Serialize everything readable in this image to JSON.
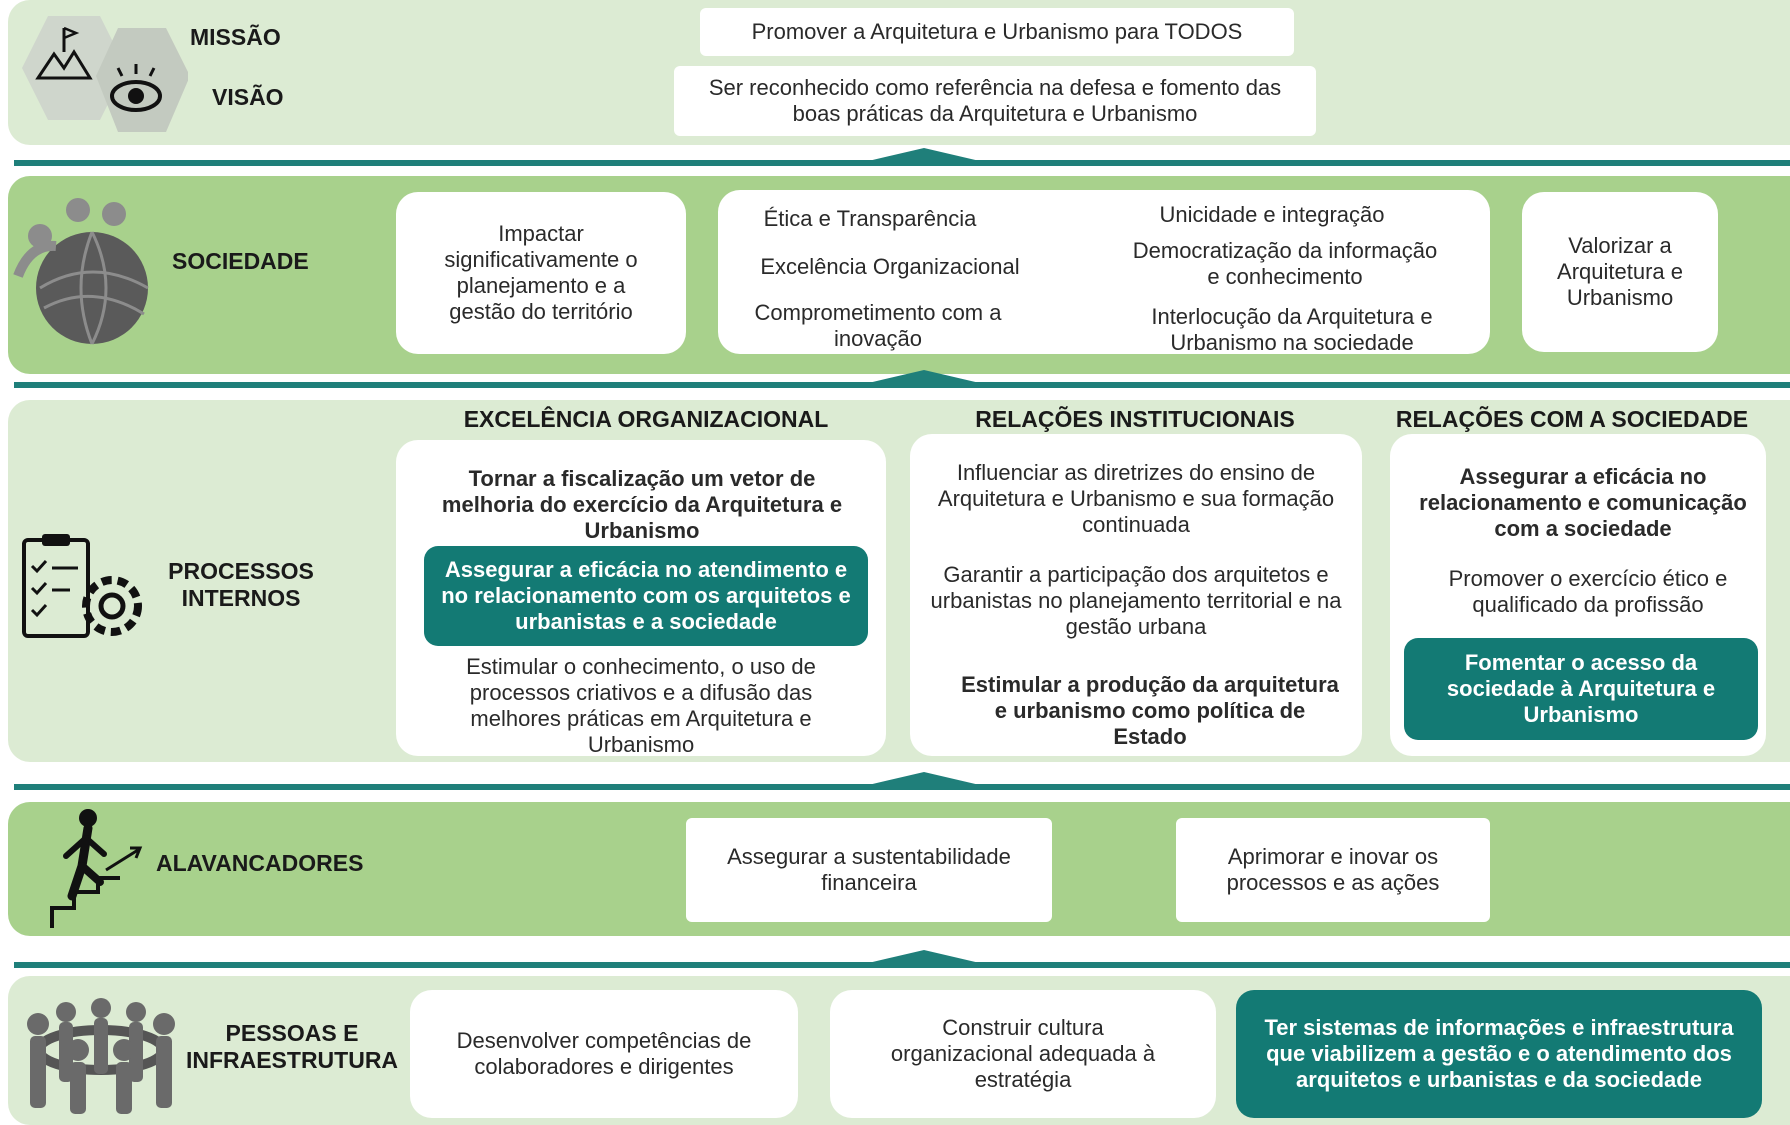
{
  "missao": {
    "label": "MISSÃO",
    "text": "Promover a Arquitetura e Urbanismo para TODOS"
  },
  "visao": {
    "label": "VISÃO",
    "text_line1": "Ser reconhecido como referência na defesa e fomento das",
    "text_line2": "boas práticas da Arquitetura e Urbanismo"
  },
  "sociedade": {
    "label": "SOCIEDADE",
    "box1": "Impactar significativamente o planejamento e a gestão do território",
    "values_left": [
      "Ética e Transparência",
      "Excelência Organizacional",
      "Comprometimento com a inovação"
    ],
    "values_right": [
      "Unicidade e integração",
      "Democratização da informação e conhecimento",
      "Interlocução da Arquitetura e Urbanismo na sociedade"
    ],
    "box3": "Valorizar a Arquitetura e Urbanismo"
  },
  "processos": {
    "label_line1": "PROCESSOS",
    "label_line2": "INTERNOS",
    "headers": [
      "EXCELÊNCIA ORGANIZACIONAL",
      "RELAÇÕES INSTITUCIONAIS",
      "RELAÇÕES COM A SOCIEDADE"
    ],
    "col1": {
      "teal": "Tornar a fiscalização um vetor de melhoria do exercício da Arquitetura e Urbanismo",
      "dark": "Assegurar a eficácia no atendimento e no relacionamento com os arquitetos e urbanistas e a sociedade",
      "plain": "Estimular o conhecimento, o uso de processos criativos e a difusão das melhores práticas em Arquitetura e Urbanismo"
    },
    "col2": {
      "plain1": "Influenciar as diretrizes do ensino de Arquitetura e Urbanismo e sua formação continuada",
      "plain2": "Garantir a participação dos arquitetos e urbanistas no planejamento territorial e na gestão urbana",
      "teal": "Estimular a produção da arquitetura e urbanismo como política de Estado"
    },
    "col3": {
      "teal": "Assegurar a eficácia no relacionamento e comunicação com a sociedade",
      "plain": "Promover o exercício ético e qualificado da profissão",
      "dark": "Fomentar o acesso da sociedade à Arquitetura e Urbanismo"
    }
  },
  "alavancadores": {
    "label": "ALAVANCADORES",
    "box1": "Assegurar a sustentabilidade financeira",
    "box2": "Aprimorar e inovar os processos e as ações"
  },
  "pessoas": {
    "label_line1": "PESSOAS E",
    "label_line2": "INFRAESTRUTURA",
    "box1": "Desenvolver competências de colaboradores e dirigentes",
    "box2": "Construir cultura organizacional adequada à estratégia",
    "dark": "Ter sistemas de informações e infraestrutura que viabilizem  a gestão e o atendimento dos arquitetos e urbanistas e da sociedade"
  },
  "colors": {
    "teal": "#137a74",
    "band_light": "#dcebd3",
    "band_green": "#a8d18c"
  }
}
